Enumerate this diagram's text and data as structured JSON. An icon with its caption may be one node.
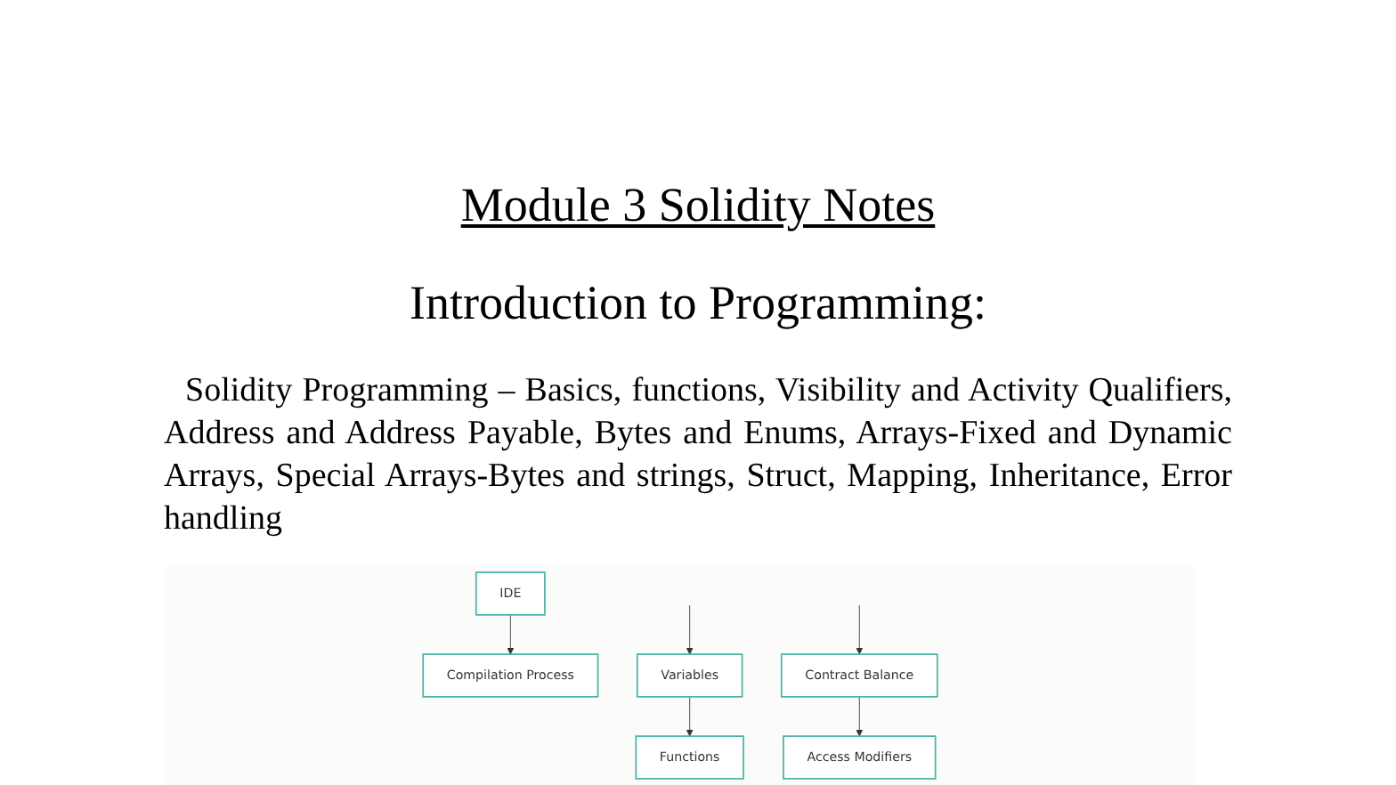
{
  "diagram": {
    "title": "Module 3 Solidity Notes",
    "nodes": [
      {
        "text": [
          "IDE"
        ]
      },
      {
        "text": [
          "Compilation Process"
        ]
      },
      {
        "text": [
          "Variables"
        ]
      },
      {
        "text": [
          "Functions"
        ]
      },
      {
        "text": [
          "Contract Balance"
        ]
      },
      {
        "text": [
          "Access Modifiers"
        ]
      }
    ],
    "edges": [
      {
        "from": 0,
        "to": 1,
        "arrow": "to"
      },
      {
        "from": null,
        "to": 2,
        "arrow": "to"
      },
      {
        "from": 2,
        "to": 3,
        "arrow": "to"
      },
      {
        "from": null,
        "to": 4,
        "arrow": "to"
      },
      {
        "from": 4,
        "to": 5,
        "arrow": "to"
      }
    ],
    "labels": [
      "Introduction to Programming:",
      "Solidity Programming – Basics, functions, Visibility and Activity Qualifiers, Address and Address Payable, Bytes and Enums, Arrays-Fixed and Dynamic Arrays, Special Arrays-Bytes and strings, Struct, Mapping, Inheritance, Error handling"
    ]
  }
}
